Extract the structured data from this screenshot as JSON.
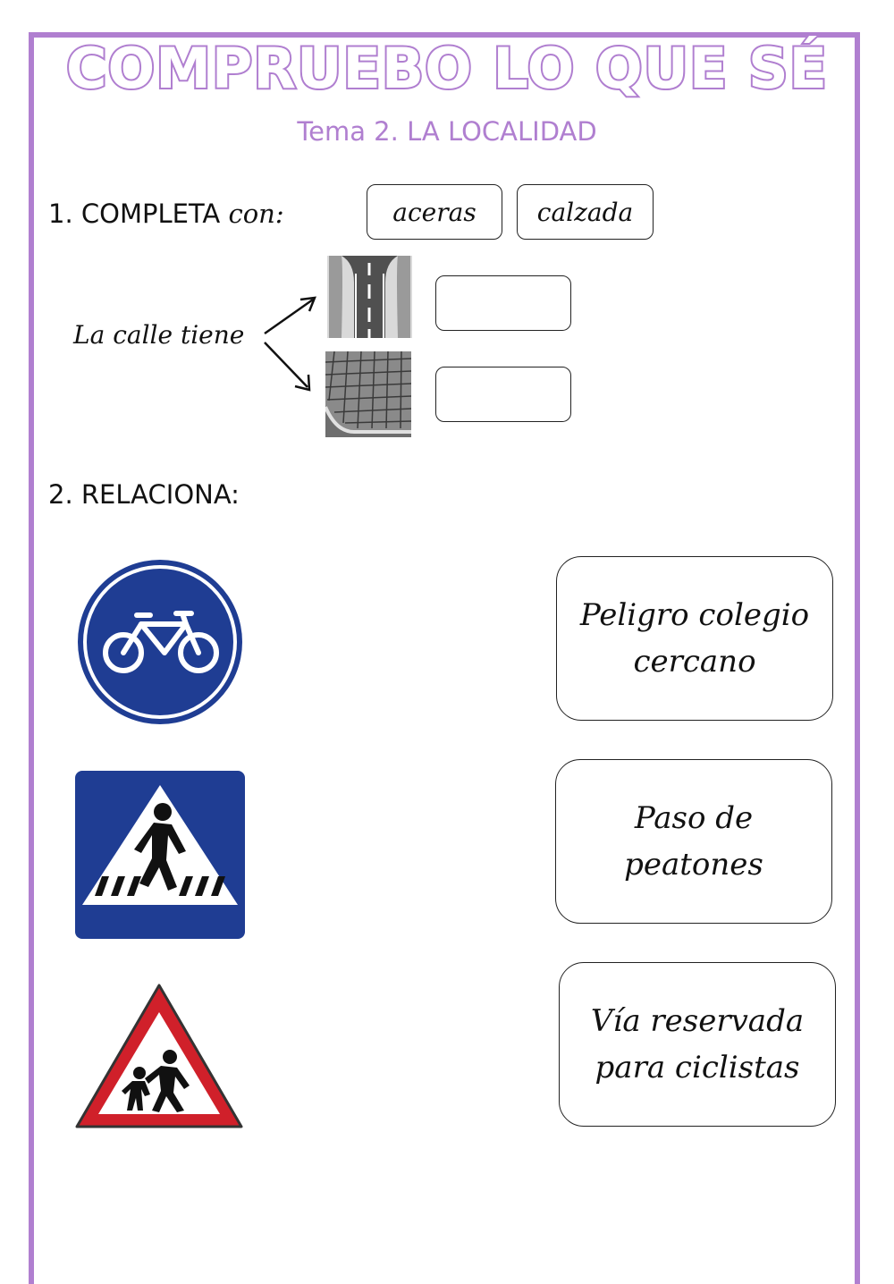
{
  "header": {
    "title": "COMPRUEBO LO QUE SÉ",
    "subtitle": "Tema 2. LA LOCALIDAD"
  },
  "exercise1": {
    "number": "1.",
    "instruction": "COMPLETA",
    "instruction_suffix": "con:",
    "word_bank": [
      "aceras",
      "calzada"
    ],
    "sentence": "La calle tiene",
    "images": [
      "road-image",
      "sidewalk-image"
    ]
  },
  "exercise2": {
    "number": "2.",
    "instruction": "RELACIONA:",
    "signs": [
      "bicycle-lane-sign-icon",
      "pedestrian-crossing-sign-icon",
      "school-children-warning-sign-icon"
    ],
    "cards": [
      "Peligro colegio cercano",
      "Paso de peatones",
      "Vía reservada para ciclistas"
    ]
  },
  "colors": {
    "accent": "#b07fd0",
    "sign_blue": "#1f3d93",
    "sign_red": "#d0202a"
  }
}
